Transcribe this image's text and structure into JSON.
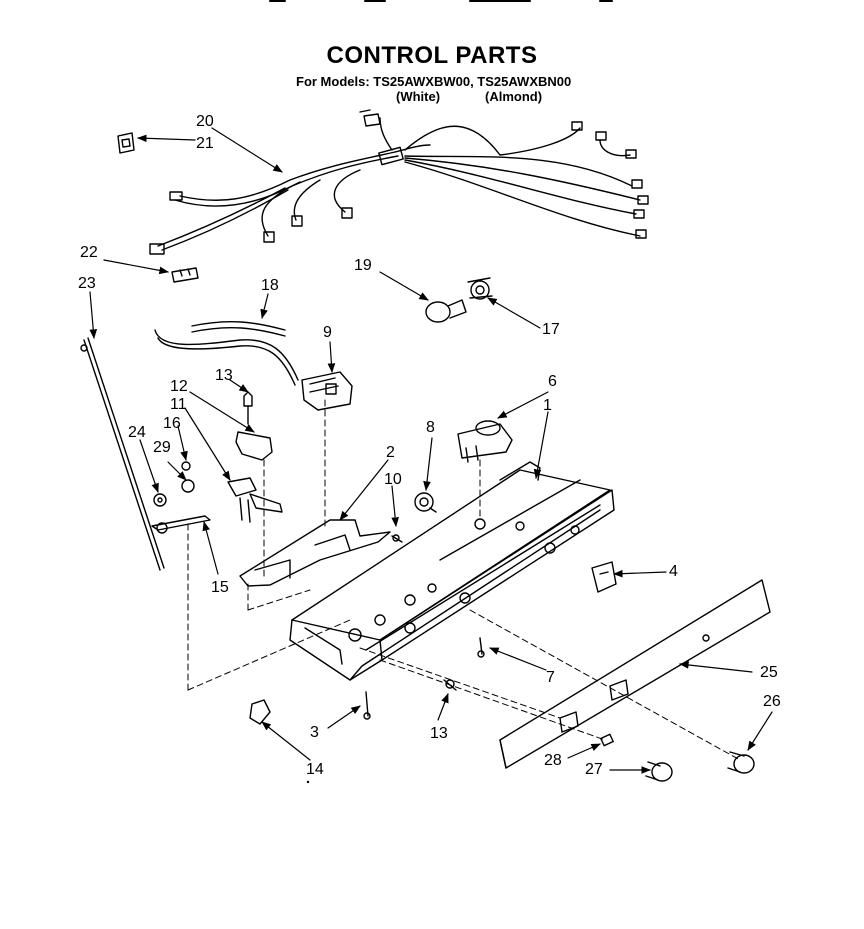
{
  "header": {
    "title": "CONTROL PARTS",
    "models_line": "For Models: TS25AWXBW00, TS25AWXBN00",
    "variant_white": "(White)",
    "variant_almond": "(Almond)"
  },
  "callouts": [
    {
      "id": "c1",
      "label": "1"
    },
    {
      "id": "c2",
      "label": "2"
    },
    {
      "id": "c3",
      "label": "3"
    },
    {
      "id": "c4",
      "label": "4"
    },
    {
      "id": "c6",
      "label": "6"
    },
    {
      "id": "c7",
      "label": "7"
    },
    {
      "id": "c8",
      "label": "8"
    },
    {
      "id": "c9",
      "label": "9"
    },
    {
      "id": "c10",
      "label": "10"
    },
    {
      "id": "c11",
      "label": "11"
    },
    {
      "id": "c12",
      "label": "12"
    },
    {
      "id": "c13a",
      "label": "13"
    },
    {
      "id": "c13b",
      "label": "13"
    },
    {
      "id": "c14",
      "label": "14"
    },
    {
      "id": "c15",
      "label": "15"
    },
    {
      "id": "c16",
      "label": "16"
    },
    {
      "id": "c17",
      "label": "17"
    },
    {
      "id": "c18",
      "label": "18"
    },
    {
      "id": "c19",
      "label": "19"
    },
    {
      "id": "c20",
      "label": "20"
    },
    {
      "id": "c21",
      "label": "21"
    },
    {
      "id": "c22",
      "label": "22"
    },
    {
      "id": "c23",
      "label": "23"
    },
    {
      "id": "c24",
      "label": "24"
    },
    {
      "id": "c25",
      "label": "25"
    },
    {
      "id": "c26",
      "label": "26"
    },
    {
      "id": "c27",
      "label": "27"
    },
    {
      "id": "c28",
      "label": "28"
    },
    {
      "id": "c29",
      "label": "29"
    }
  ]
}
